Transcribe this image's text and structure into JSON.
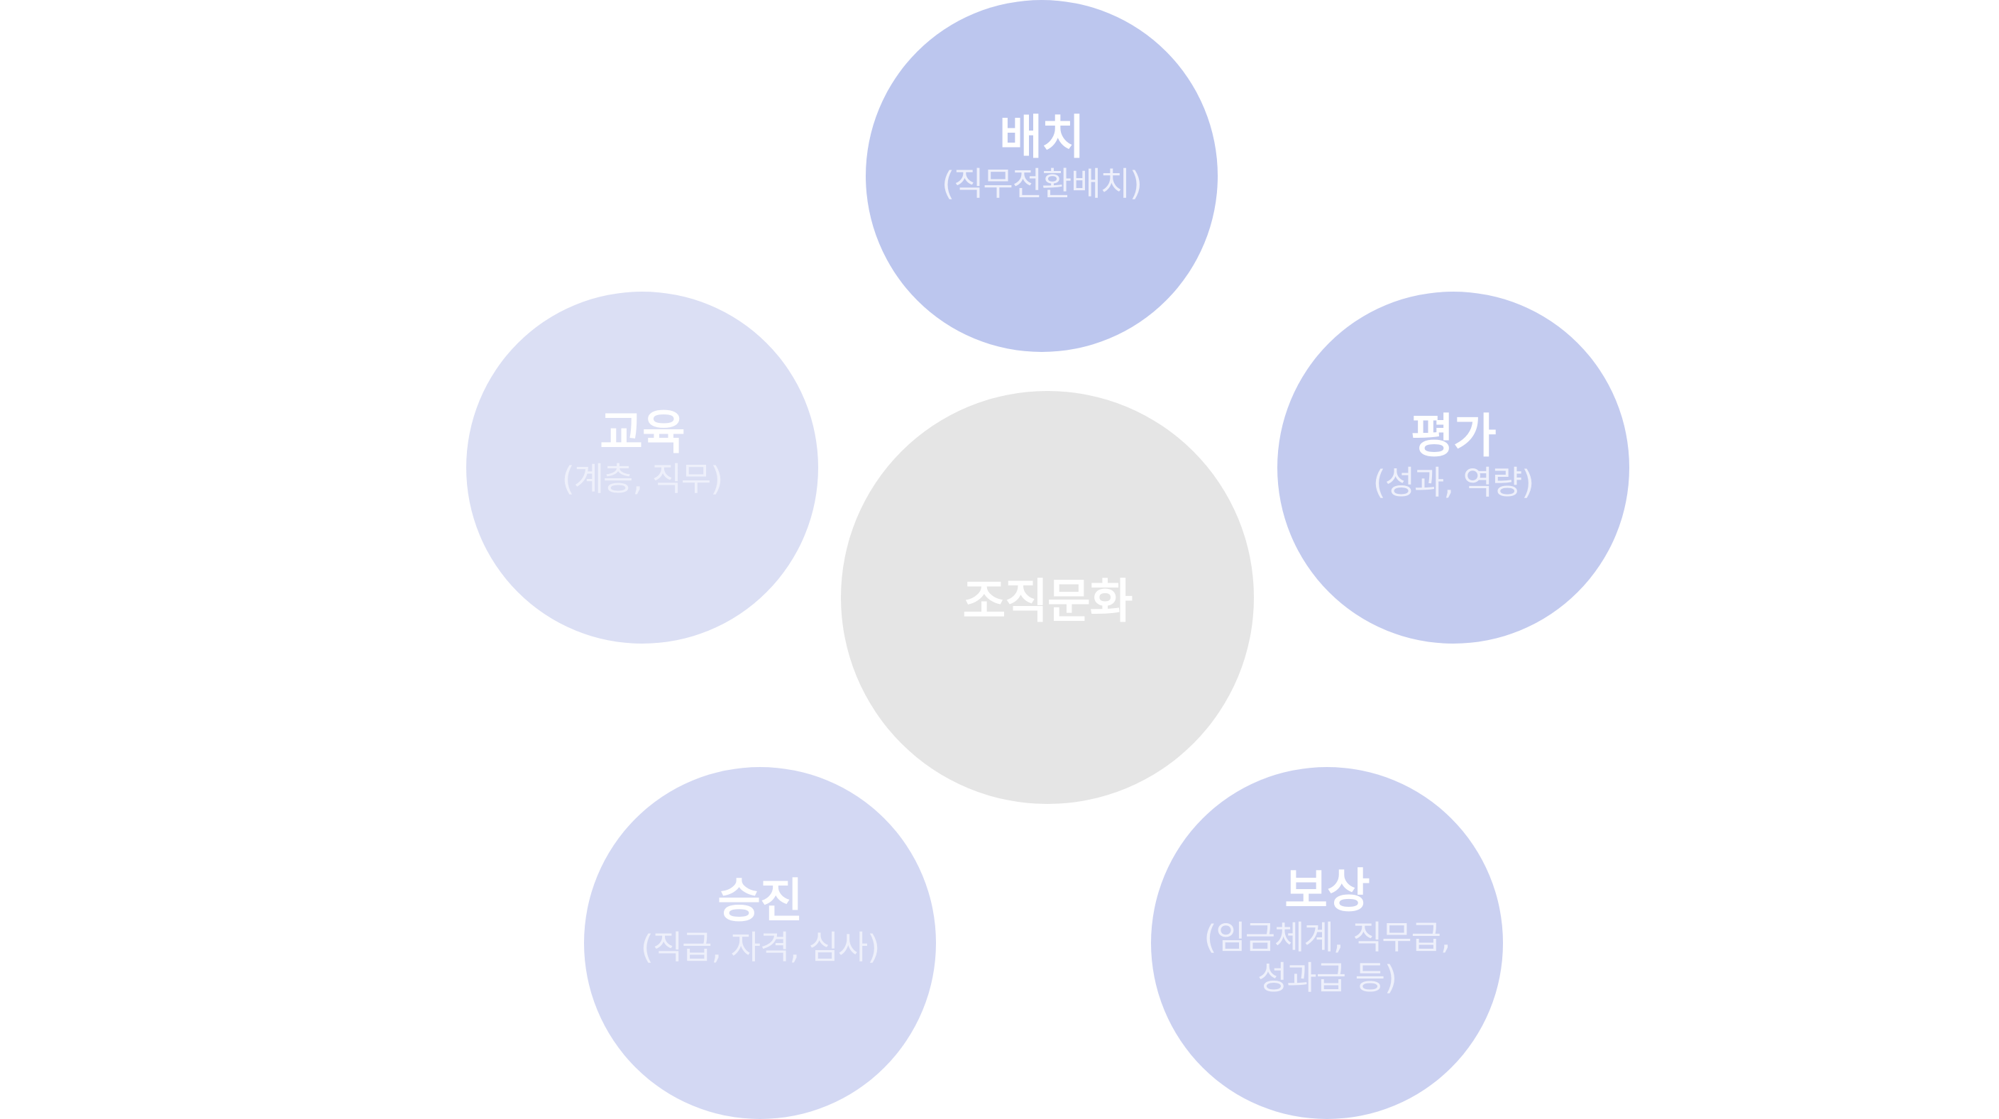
{
  "diagram": {
    "center": {
      "label": "조직문화",
      "color": "#e5e5e5"
    },
    "nodes": [
      {
        "id": "baechi",
        "title": "배치",
        "subtitle": "(직무전환배치)",
        "color": "#bcc6ee",
        "position": "top"
      },
      {
        "id": "pyeongga",
        "title": "평가",
        "subtitle": "(성과, 역량)",
        "color": "#c3cbef",
        "position": "upper-right"
      },
      {
        "id": "bosang",
        "title": "보상",
        "subtitle_lines": [
          "(임금체계, 직무급,",
          "성과급 등)"
        ],
        "color": "#cbd1f1",
        "position": "lower-right"
      },
      {
        "id": "seungjin",
        "title": "승진",
        "subtitle": "(직급, 자격, 심사)",
        "color": "#d3d8f3",
        "position": "lower-left"
      },
      {
        "id": "gyoyuk",
        "title": "교육",
        "subtitle": "(계층, 직무)",
        "color": "#dbdff4",
        "position": "upper-left"
      }
    ]
  }
}
